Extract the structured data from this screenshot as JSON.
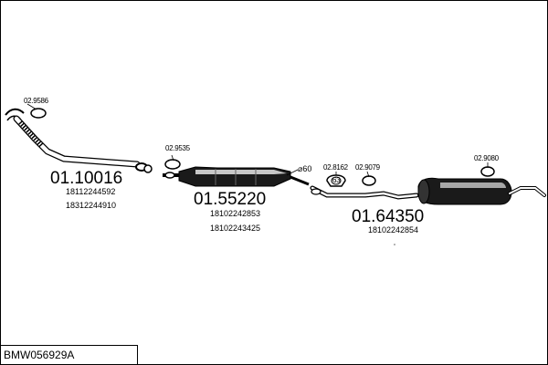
{
  "diagram_code": "BMW056929A",
  "parts": [
    {
      "part_no": "01.10016",
      "oem_numbers": [
        "18112244592",
        "18312244910"
      ]
    },
    {
      "part_no": "01.55220",
      "oem_numbers": [
        "18102242853",
        "18102243425"
      ]
    },
    {
      "part_no": "01.64350",
      "oem_numbers": [
        "18102242854"
      ]
    }
  ],
  "accessories": [
    "02.9586",
    "02.9535",
    "02.8162",
    "02.9079",
    "02.9080"
  ],
  "diameter_label": "⌀60",
  "clamp_badge": "63",
  "colors": {
    "line": "#000000",
    "part_fill": "#1a1a1a",
    "part_highlight": "#e6e6e6"
  }
}
